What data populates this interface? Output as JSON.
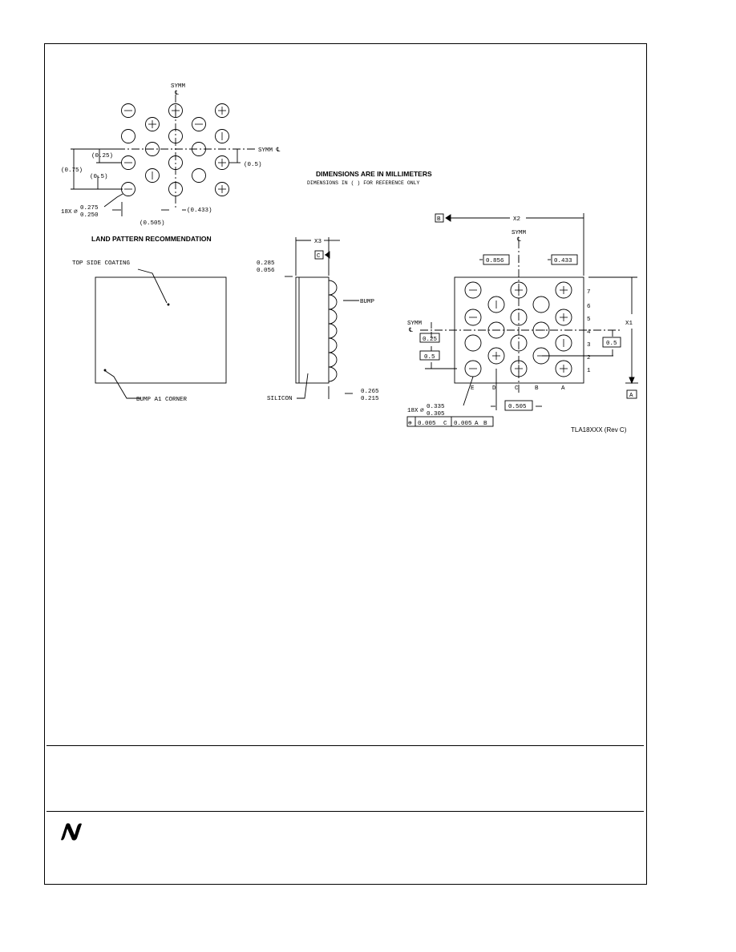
{
  "land_pattern": {
    "title": "LAND PATTERN RECOMMENDATION",
    "symm_top": "SYMM",
    "cl_top": "℄",
    "symm_right": "SYMM ℄",
    "dim_025": "(0.25)",
    "dim_075": "(0.75)",
    "dim_05_left": "(0.5)",
    "dim_05_right": "(0.5)",
    "bump_count": "18X",
    "bump_dia_max": "0.275",
    "bump_dia_min": "0.250",
    "dim_0505": "(0.505)",
    "dim_0433": "(0.433)"
  },
  "notes": {
    "units": "DIMENSIONS ARE IN MILLIMETERS",
    "reference": "DIMENSIONS IN ( ) FOR REFERENCE ONLY"
  },
  "top_view": {
    "coating": "TOP SIDE COATING",
    "corner": "BUMP A1 CORNER"
  },
  "side_view": {
    "x3": "X3",
    "t_max": "0.285",
    "t_min": "0.056",
    "datum_c": "C",
    "bump": "BUMP",
    "silicon": "SILICON",
    "h_max": "0.265",
    "h_min": "0.215"
  },
  "bottom_view": {
    "datum_b": "B",
    "x2": "X2",
    "symm": "SYMM",
    "cl": "℄",
    "dim_0856": "0.856",
    "dim_0433": "0.433",
    "x1": "X1",
    "symm_left": "SYMM",
    "cl_left": "℄",
    "dim_025": "0.25",
    "dim_05": "0.5",
    "dim_05_right": "0.5",
    "rows": [
      "7",
      "6",
      "5",
      "4",
      "3",
      "2",
      "1"
    ],
    "cols": [
      "E",
      "D",
      "C",
      "B",
      "A"
    ],
    "dim_0505": "0.505",
    "bump_count": "18X",
    "dia_max": "0.335",
    "dia_min": "0.305",
    "fcf_tol1": "0.005",
    "fcf_tol2": "0.005",
    "fcf_sym": "⊕",
    "fcf_datum1": "C",
    "fcf_datum2": "A",
    "fcf_datum3": "B",
    "datum_a": "A"
  },
  "drawing_ref": "TLA18XXX (Rev C)"
}
